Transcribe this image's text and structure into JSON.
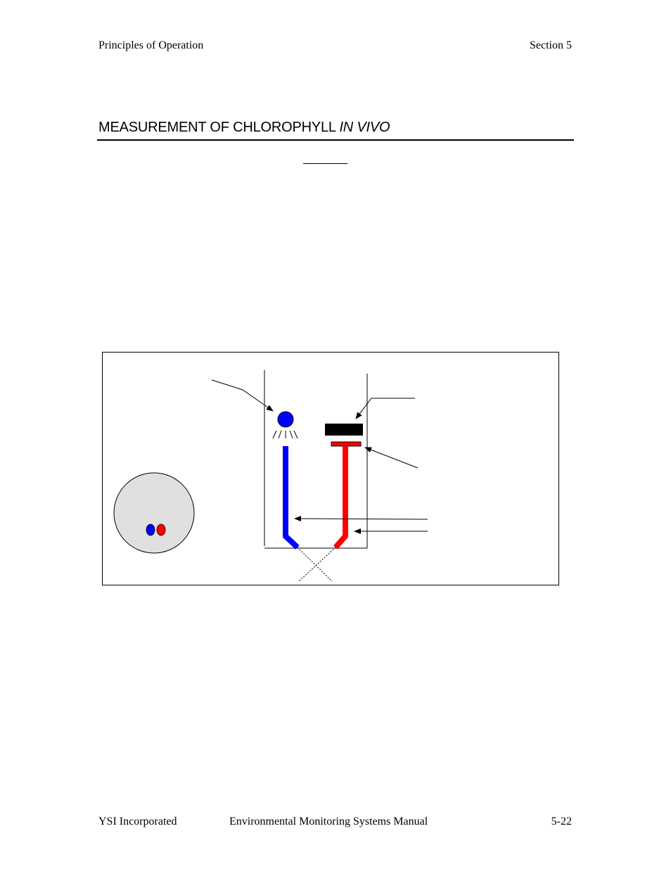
{
  "header": {
    "left": "Principles of Operation",
    "right": "Section 5"
  },
  "section": {
    "title_main": "MEASUREMENT OF CHLOROPHYLL ",
    "title_italic": "IN VIVO"
  },
  "figure": {
    "colors": {
      "excitation": "#0000ff",
      "emission": "#ff0000",
      "detector": "#000000",
      "probe_face": "#e0e0e0"
    }
  },
  "footer": {
    "left": "YSI Incorporated",
    "center": "Environmental Monitoring Systems Manual",
    "right": "5-22"
  }
}
